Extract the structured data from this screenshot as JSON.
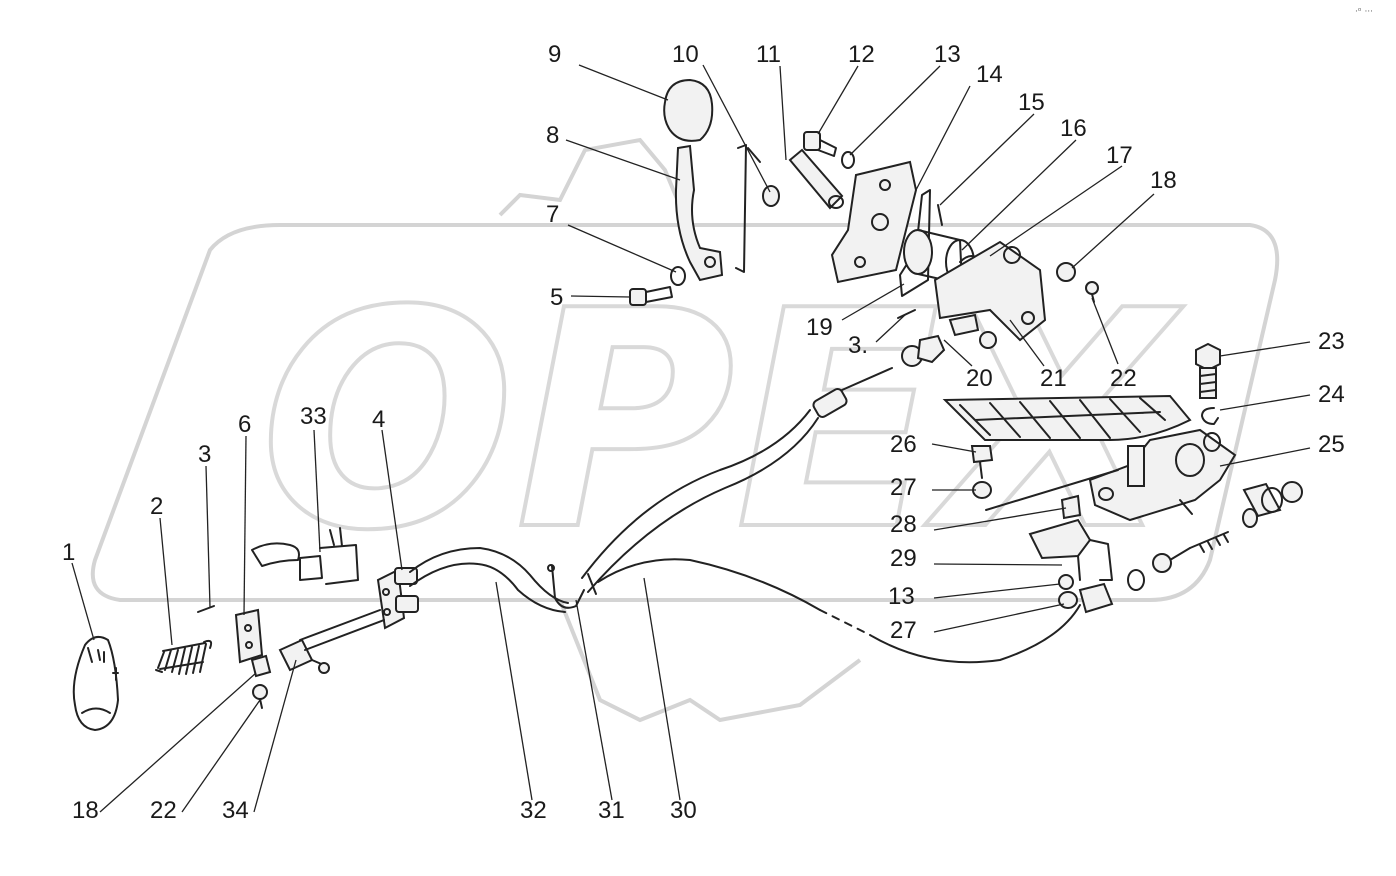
{
  "watermark": {
    "text": "OPEX"
  },
  "corner_mark": "·ᵒ ···",
  "callouts": [
    {
      "id": "1",
      "text": "1"
    },
    {
      "id": "2",
      "text": "2"
    },
    {
      "id": "3a",
      "text": "3"
    },
    {
      "id": "3b",
      "text": "3."
    },
    {
      "id": "4",
      "text": "4"
    },
    {
      "id": "5",
      "text": "5"
    },
    {
      "id": "6",
      "text": "6"
    },
    {
      "id": "7",
      "text": "7"
    },
    {
      "id": "8",
      "text": "8"
    },
    {
      "id": "9",
      "text": "9"
    },
    {
      "id": "10",
      "text": "10"
    },
    {
      "id": "11",
      "text": "11"
    },
    {
      "id": "12",
      "text": "12"
    },
    {
      "id": "13a",
      "text": "13"
    },
    {
      "id": "13b",
      "text": "13"
    },
    {
      "id": "14",
      "text": "14"
    },
    {
      "id": "15",
      "text": "15"
    },
    {
      "id": "16",
      "text": "16"
    },
    {
      "id": "17",
      "text": "17"
    },
    {
      "id": "18a",
      "text": "18"
    },
    {
      "id": "18b",
      "text": "18"
    },
    {
      "id": "19",
      "text": "19"
    },
    {
      "id": "20",
      "text": "20"
    },
    {
      "id": "21",
      "text": "21"
    },
    {
      "id": "22a",
      "text": "22"
    },
    {
      "id": "22b",
      "text": "22"
    },
    {
      "id": "23",
      "text": "23"
    },
    {
      "id": "24",
      "text": "24"
    },
    {
      "id": "25",
      "text": "25"
    },
    {
      "id": "26",
      "text": "26"
    },
    {
      "id": "27a",
      "text": "27"
    },
    {
      "id": "27b",
      "text": "27"
    },
    {
      "id": "28",
      "text": "28"
    },
    {
      "id": "29",
      "text": "29"
    },
    {
      "id": "30",
      "text": "30"
    },
    {
      "id": "31",
      "text": "31"
    },
    {
      "id": "32",
      "text": "32"
    },
    {
      "id": "33",
      "text": "33"
    },
    {
      "id": "34",
      "text": "34"
    }
  ]
}
